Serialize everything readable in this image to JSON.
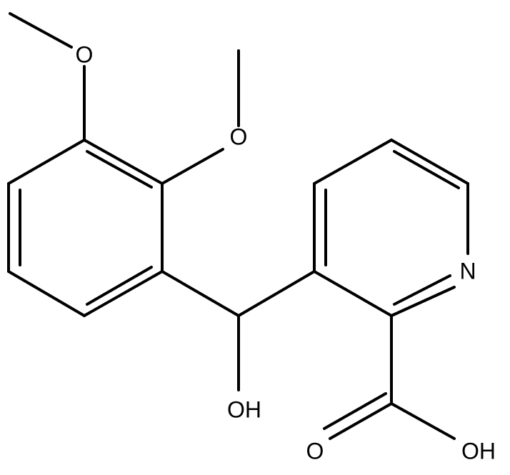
{
  "molecule": {
    "atom_labels": {
      "methoxy_oxygen_top": "O",
      "methoxy_oxygen_mid": "O",
      "pyridine_nitrogen": "N",
      "hydroxyl": "OH",
      "carbonyl_oxygen": "O",
      "acid_hydroxyl": "OH"
    },
    "colors": {
      "bond": "#000000",
      "label": "#000000",
      "background": "#ffffff"
    }
  }
}
